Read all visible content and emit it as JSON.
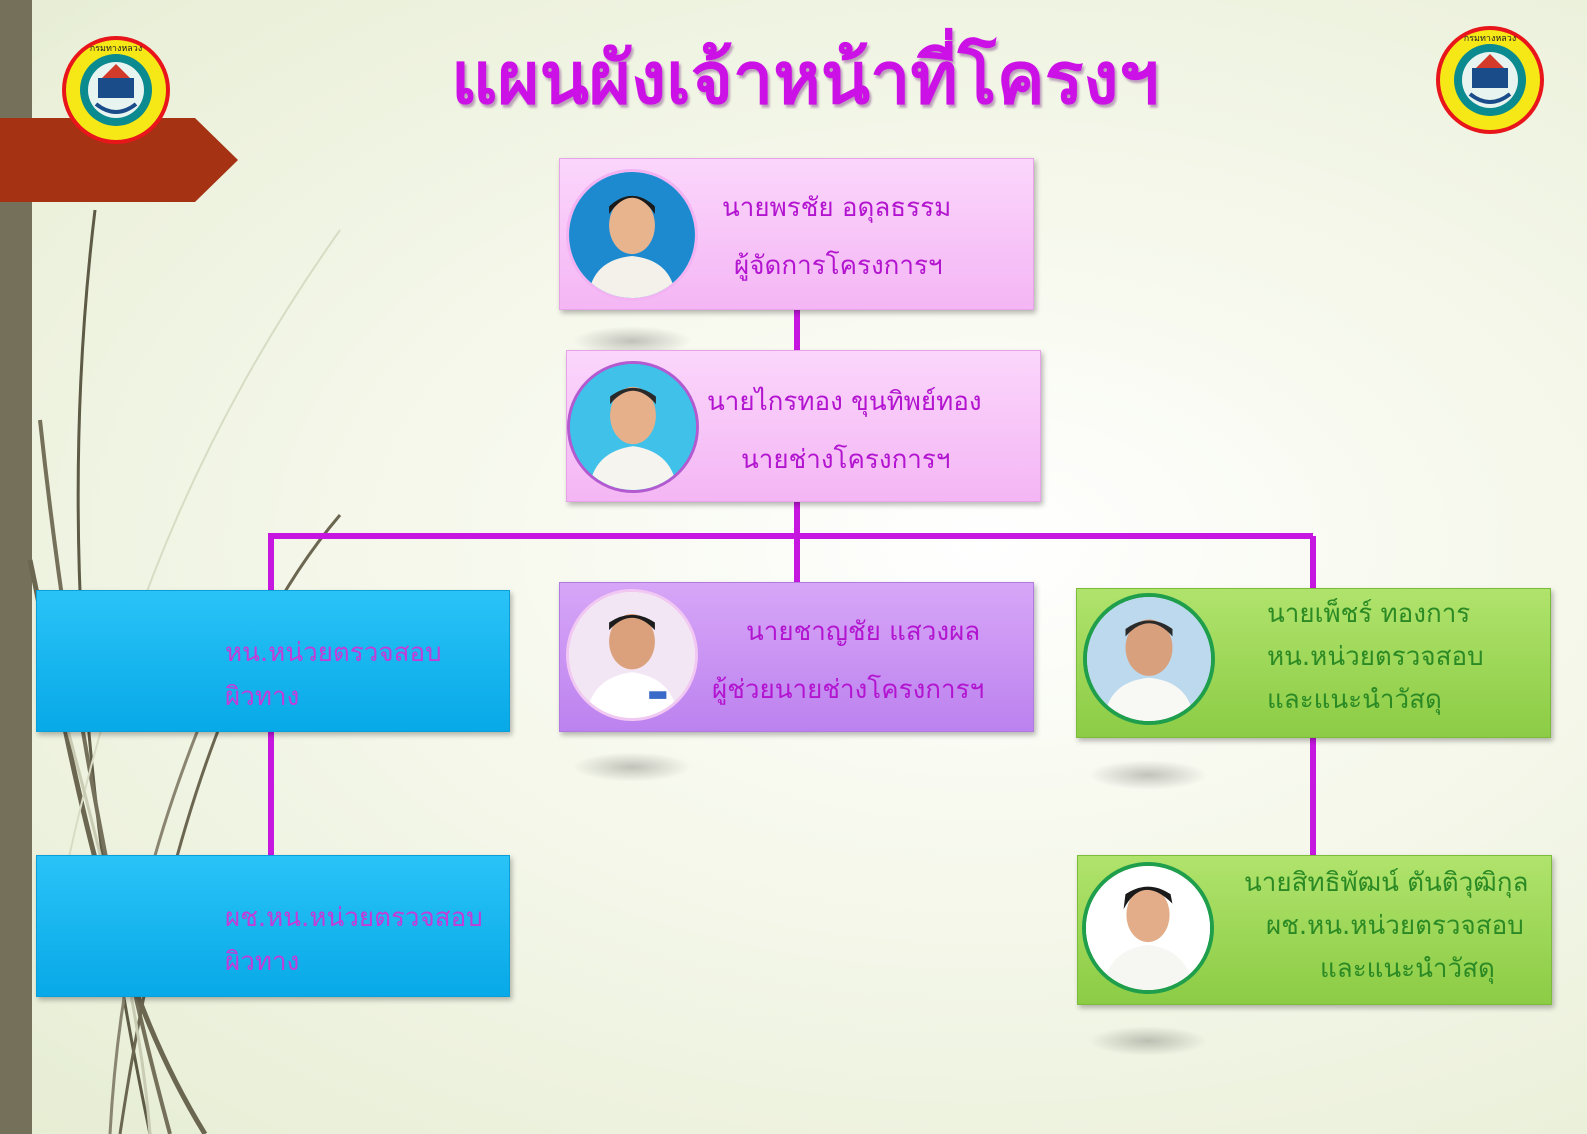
{
  "title": "แผนผังเจ้าหน้าที่โครงฯ",
  "colors": {
    "title": "#cc11e6",
    "connector": "#c617e0",
    "text_magenta": "#b214d0",
    "text_green": "#2b8a24",
    "box_pink": "#f7c4f7",
    "box_violet": "#c995f3",
    "box_blue": "#14b4ee",
    "box_green": "#9ad654"
  },
  "logo_text": "กรมทางหลวง",
  "nodes": {
    "manager": {
      "name": "นายพรชัย  อดุลธรรม",
      "role": "ผู้จัดการโครงการฯ"
    },
    "engineer": {
      "name": "นายไกรทอง ขุนทิพย์ทอง",
      "role": "นายช่างโครงการฯ"
    },
    "surface_head": {
      "line1": "หน.หน่วยตรวจสอบ",
      "line2": "ผิวทาง"
    },
    "surface_asst": {
      "line1": "ผช.หน.หน่วยตรวจสอบ",
      "line2": "ผิวทาง"
    },
    "asst_engineer": {
      "name": "นายชาญชัย  แสวงผล",
      "role": "ผู้ช่วยนายช่างโครงการฯ"
    },
    "material_head": {
      "name": "นายเพ็ชร์  ทองการ",
      "line2": "หน.หน่วยตรวจสอบ",
      "line3": "และแนะนำวัสดุ"
    },
    "material_asst": {
      "name": "นายสิทธิพัฒน์ ตันติวุฒิกุล",
      "line2": "ผช.หน.หน่วยตรวจสอบ",
      "line3": "และแนะนำวัสดุ"
    }
  }
}
